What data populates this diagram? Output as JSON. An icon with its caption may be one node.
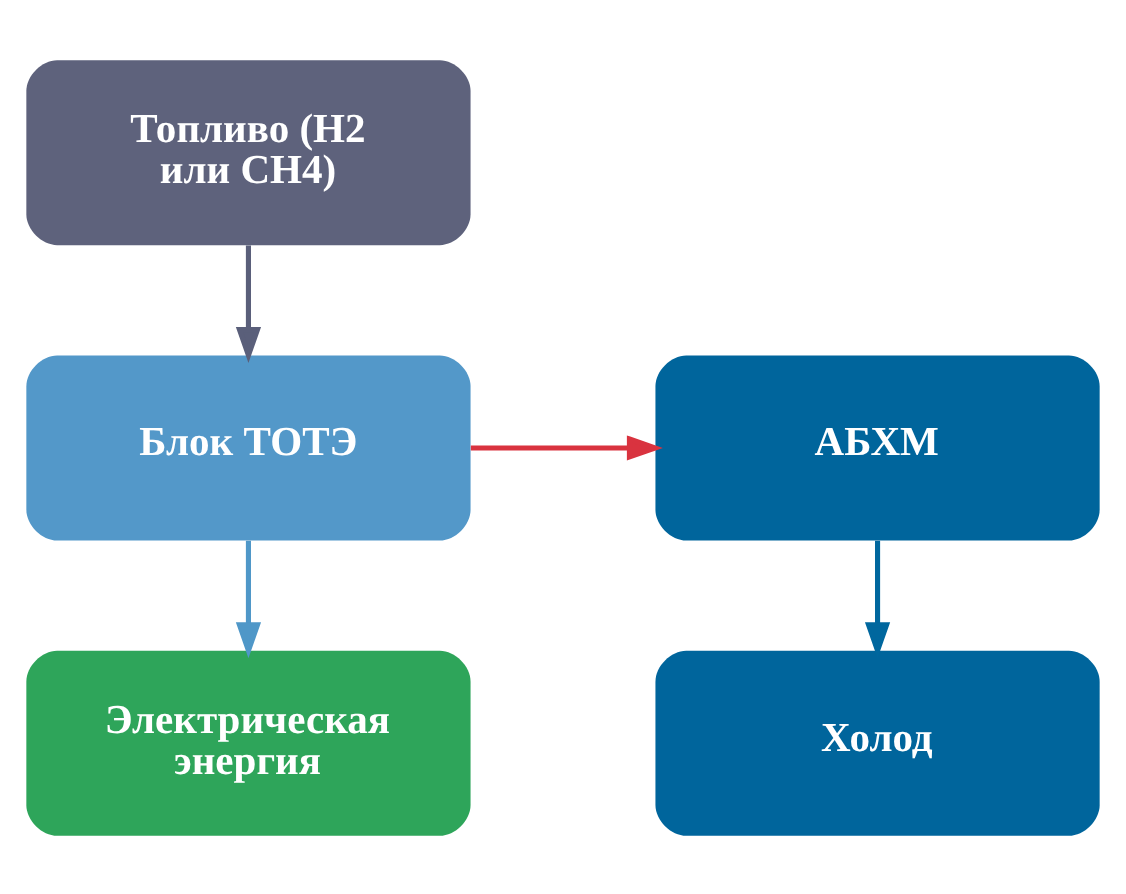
{
  "diagram": {
    "nodes": [
      {
        "text": [
          "Топливо (H2 или CH4)"
        ]
      },
      {
        "text": [
          "Блок ТОТЭ"
        ]
      },
      {
        "text": [
          "АБХМ"
        ]
      },
      {
        "text": [
          "Электрическая энергия"
        ]
      },
      {
        "text": [
          "Холод"
        ]
      }
    ],
    "edges": [
      {
        "from": 0,
        "to": 1,
        "arrow": "to",
        "color": "#5a5f7a"
      },
      {
        "from": 1,
        "to": 2,
        "arrow": "to",
        "color": "#d9333f"
      },
      {
        "from": 1,
        "to": 3,
        "arrow": "to",
        "color": "#4f97c8"
      },
      {
        "from": 2,
        "to": 4,
        "arrow": "to",
        "color": "#00679e"
      }
    ]
  }
}
